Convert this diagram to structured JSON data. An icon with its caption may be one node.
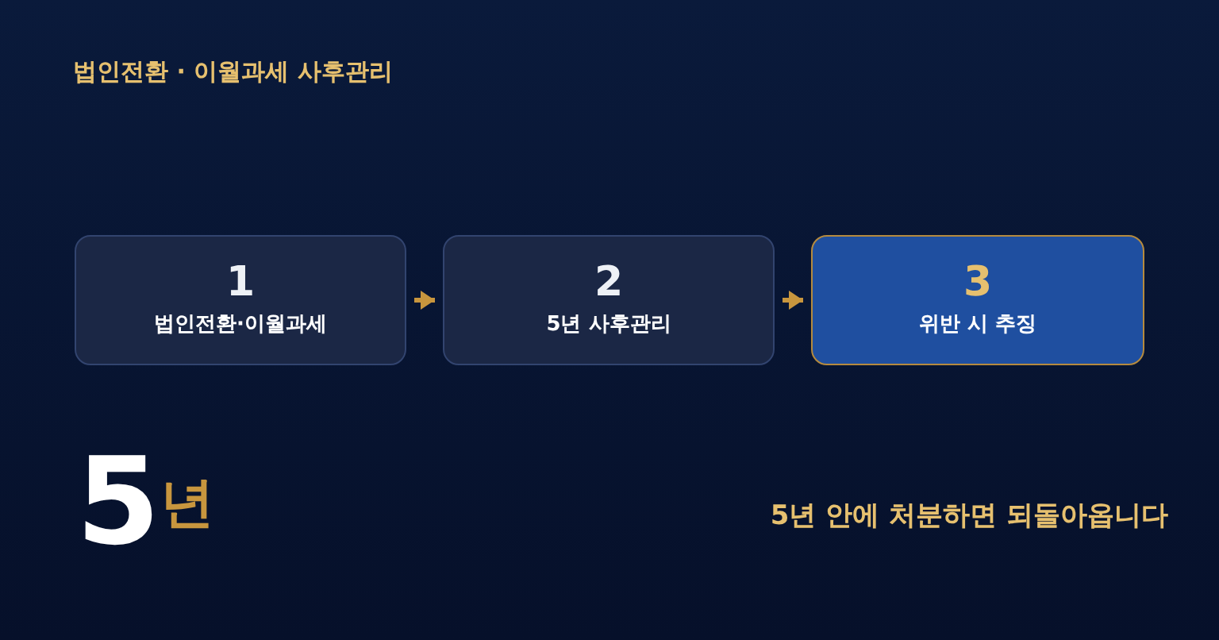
{
  "diagram": {
    "title": "법인전환 · 이월과세 사후관리",
    "nodes": [
      {
        "text": [
          "1",
          "법인전환·이월과세"
        ]
      },
      {
        "text": [
          "2",
          "5년 사후관리"
        ]
      },
      {
        "text": [
          "3",
          "위반 시 추징"
        ]
      }
    ],
    "edges": [
      {
        "from": 0,
        "to": 1,
        "arrow": "to"
      },
      {
        "from": 1,
        "to": 2,
        "arrow": "to"
      }
    ],
    "labels": [
      "5",
      "년",
      "5년 안에 처분하면 되돌아옵니다"
    ]
  }
}
